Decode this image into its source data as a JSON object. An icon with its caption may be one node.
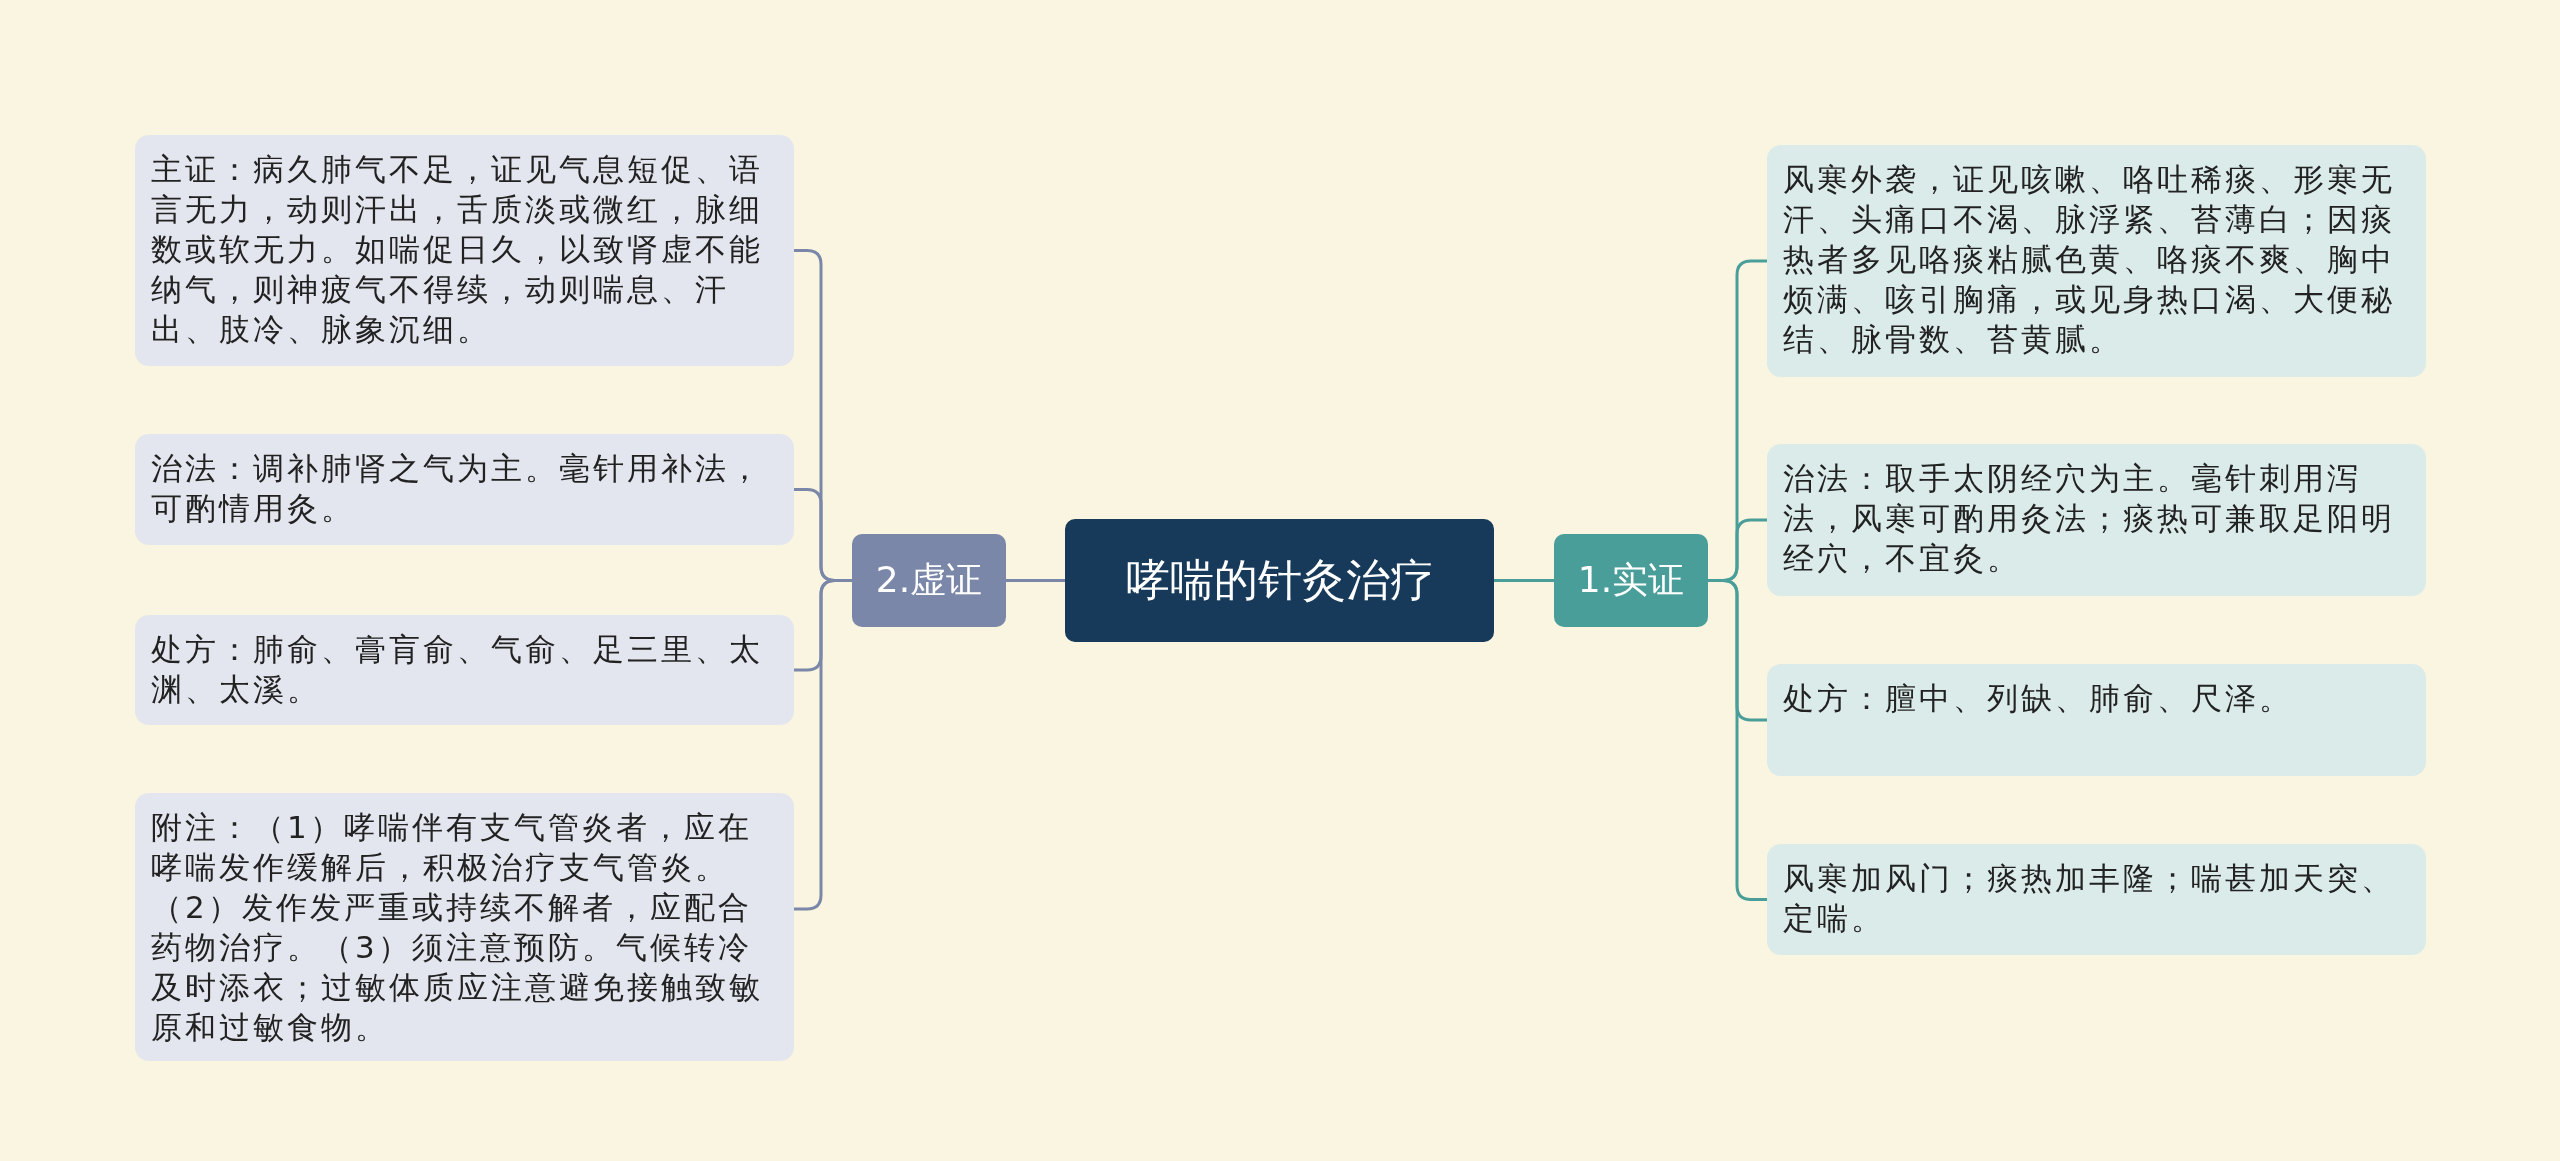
{
  "diagram": {
    "nodes": [
      {
        "text": [
          "哮喘的针灸治疗"
        ]
      },
      {
        "text": [
          "1.实证"
        ]
      },
      {
        "text": [
          "风寒外袭，证见咳嗽、咯吐稀痰、形寒无汗、头痛口不渴、脉浮紧、苔薄白；因痰热者多见咯痰粘腻色黄、咯痰不爽、胸中烦满、咳引胸痛，或见身热口渴、大便秘结、脉骨数、苔黄腻。"
        ]
      },
      {
        "text": [
          "治法：取手太阴经穴为主。毫针刺用泻法，风寒可酌用灸法；痰热可兼取足阳明经穴，不宜灸。"
        ]
      },
      {
        "text": [
          "处方：膻中、列缺、肺俞、尺泽。"
        ]
      },
      {
        "text": [
          "风寒加风门；痰热加丰隆；喘甚加天突、定喘。"
        ]
      },
      {
        "text": [
          "2.虚证"
        ]
      },
      {
        "text": [
          "主证：病久肺气不足，证见气息短促、语言无力，动则汗出，舌质淡或微红，脉细数或软无力。如喘促日久，以致肾虚不能纳气，则神疲气不得续，动则喘息、汗出、肢冷、脉象沉细。"
        ]
      },
      {
        "text": [
          "治法：调补肺肾之气为主。毫针用补法，可酌情用灸。"
        ]
      },
      {
        "text": [
          "处方：肺俞、膏肓俞、气俞、足三里、太渊、太溪。"
        ]
      },
      {
        "text": [
          "附注：（1）哮喘伴有支气管炎者，应在哮喘发作缓解后，积极治疗支气管炎。（2）发作发严重或持续不解者，应配合药物治疗。（3）须注意预防。气候转冷及时添衣；过敏体质应注意避免接触致敏原和过敏食物。"
        ]
      }
    ],
    "edges": [
      {
        "from": 0,
        "to": 1,
        "arrow": "none",
        "color": "#4a9e9a"
      },
      {
        "from": 1,
        "to": 2,
        "arrow": "none",
        "color": "#4a9e9a"
      },
      {
        "from": 1,
        "to": 3,
        "arrow": "none",
        "color": "#4a9e9a"
      },
      {
        "from": 1,
        "to": 4,
        "arrow": "none",
        "color": "#4a9e9a"
      },
      {
        "from": 1,
        "to": 5,
        "arrow": "none",
        "color": "#4a9e9a"
      },
      {
        "from": 0,
        "to": 6,
        "arrow": "none",
        "color": "#7b87a8"
      },
      {
        "from": 6,
        "to": 7,
        "arrow": "none",
        "color": "#7b87a8"
      },
      {
        "from": 6,
        "to": 8,
        "arrow": "none",
        "color": "#7b87a8"
      },
      {
        "from": 6,
        "to": 9,
        "arrow": "none",
        "color": "#7b87a8"
      },
      {
        "from": 6,
        "to": 10,
        "arrow": "none",
        "color": "#7b87a8"
      }
    ]
  }
}
